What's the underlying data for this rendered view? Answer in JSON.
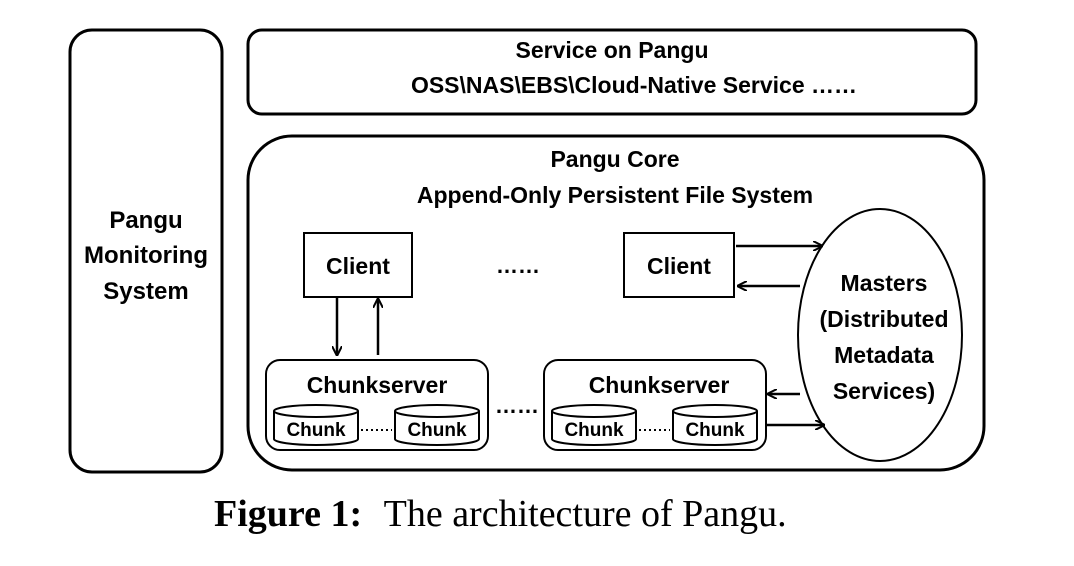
{
  "monitoring": {
    "line1": "Pangu",
    "line2": "Monitoring",
    "line3": "System"
  },
  "service": {
    "title": "Service on Pangu",
    "subtitle": "OSS\\NAS\\EBS\\Cloud-Native Service ……"
  },
  "core": {
    "title": "Pangu Core",
    "subtitle": "Append-Only Persistent File System"
  },
  "client_label": "Client",
  "ellipsis": "……",
  "chunkserver_label": "Chunkserver",
  "chunk_label": "Chunk",
  "masters": {
    "line1": "Masters",
    "line2": "(Distributed",
    "line3": "Metadata",
    "line4": "Services)"
  },
  "caption": {
    "label": "Figure 1:",
    "text": "The architecture of Pangu."
  }
}
